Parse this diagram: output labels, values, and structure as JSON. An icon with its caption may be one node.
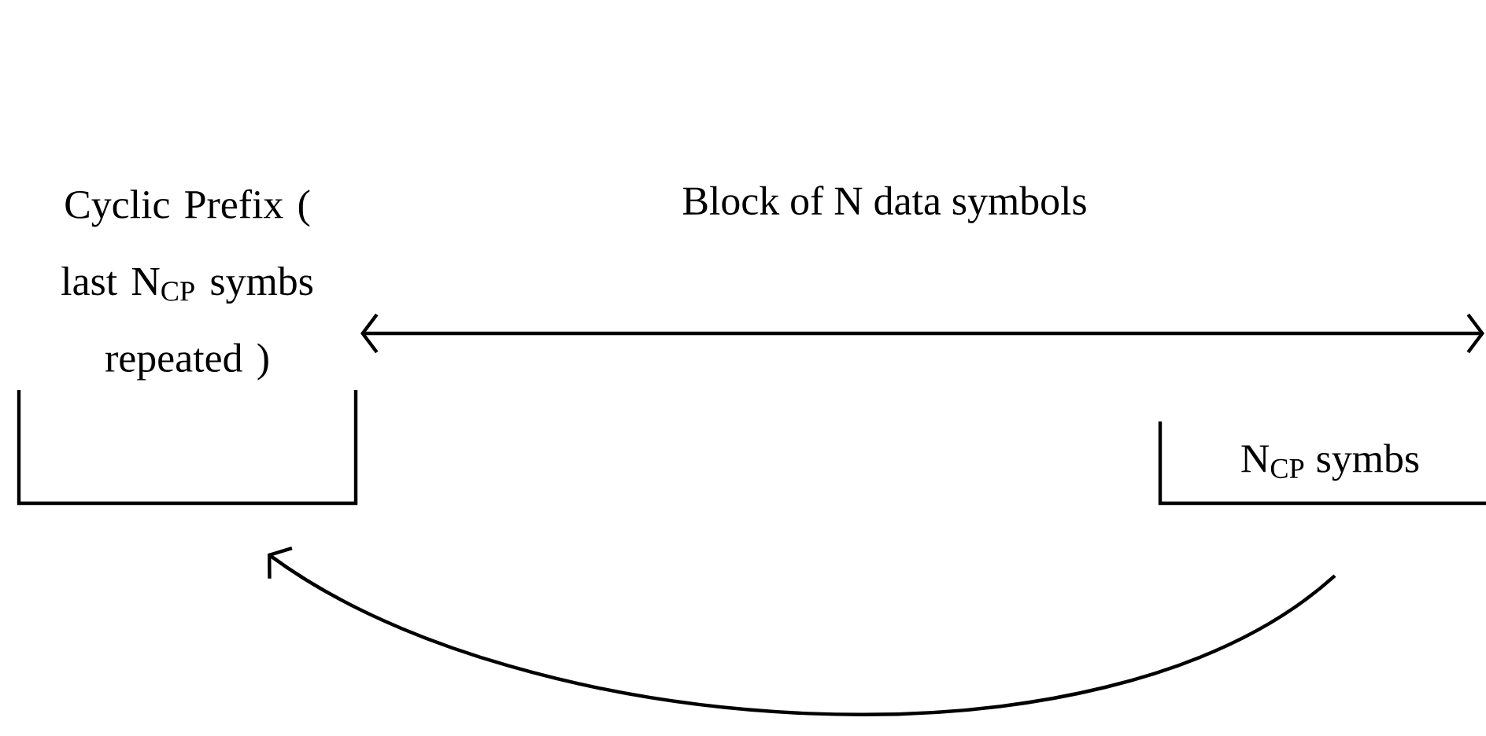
{
  "diagram": {
    "nodes": [
      {
        "text": [
          "Cyclic Prefix ( last N$_{CP}$ symbs repeated )"
        ]
      },
      {
        "text": [
          "N$_{CP}$ symbs"
        ]
      }
    ],
    "edges": [
      {
        "from": 1,
        "to": 0,
        "arrow": "to"
      }
    ],
    "labels": [
      "Block of N data symbols"
    ]
  }
}
